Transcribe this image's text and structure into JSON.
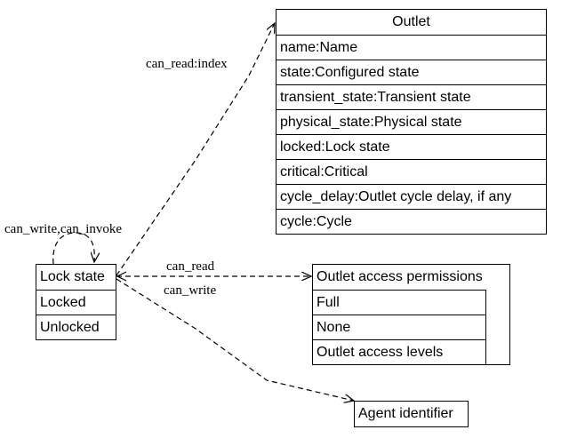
{
  "outlet": {
    "title": "Outlet",
    "fields": [
      "name:Name",
      "state:Configured state",
      "transient_state:Transient state",
      "physical_state:Physical state",
      "locked:Lock state",
      "critical:Critical",
      "cycle_delay:Outlet cycle delay, if any",
      "cycle:Cycle"
    ]
  },
  "lock_state": {
    "title": "Lock state",
    "values": [
      "Locked",
      "Unlocked"
    ]
  },
  "permissions": {
    "title": "Outlet access permissions",
    "values": [
      "Full",
      "None",
      "Outlet access levels"
    ]
  },
  "agent": {
    "title": "Agent identifier"
  },
  "edges": {
    "can_read_index": "can_read:index",
    "can_write_invoke": "can_write,can_invoke",
    "can_read": "can_read",
    "can_write": "can_write"
  }
}
